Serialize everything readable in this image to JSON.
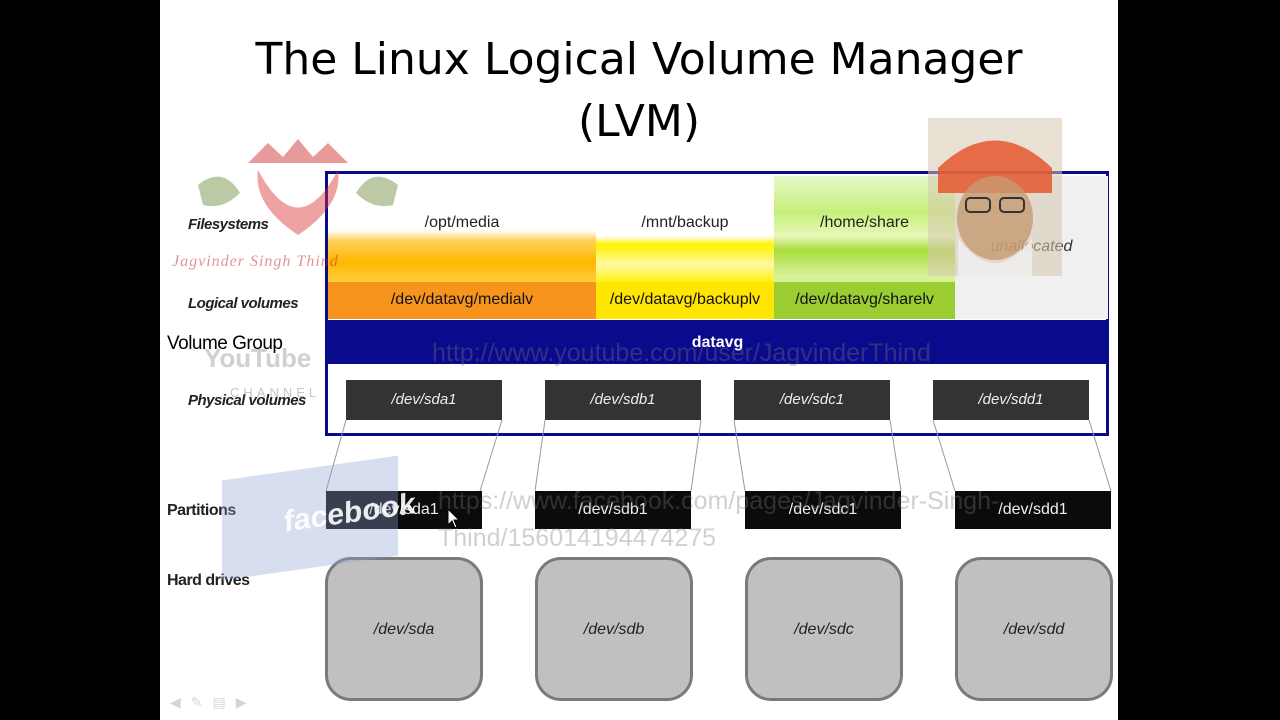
{
  "title_line1": "The Linux Logical Volume Manager",
  "title_line2": "(LVM)",
  "row_labels": {
    "filesystems": "Filesystems",
    "logical_volumes": "Logical volumes",
    "volume_group": "Volume Group",
    "physical_volumes": "Physical volumes",
    "partitions": "Partitions",
    "hard_drives": "Hard drives"
  },
  "filesystems": [
    "/opt/media",
    "/mnt/backup",
    "/home/share"
  ],
  "unallocated": "unallocated",
  "logical_volumes": [
    "/dev/datavg/medialv",
    "/dev/datavg/backuplv",
    "/dev/datavg/sharelv"
  ],
  "volume_group": "datavg",
  "physical_volumes": [
    "/dev/sda1",
    "/dev/sdb1",
    "/dev/sdc1",
    "/dev/sdd1"
  ],
  "partitions": [
    "/dev/sda1",
    "/dev/sdb1",
    "/dev/sdc1",
    "/dev/sdd1"
  ],
  "hard_drives": [
    "/dev/sda",
    "/dev/sdb",
    "/dev/sdc",
    "/dev/sdd"
  ],
  "watermarks": {
    "logo_text": "Jagvinder Singh Thind",
    "youtube": "YouTube",
    "channel": "CHANNEL",
    "youtube_url": "http://www.youtube.com/user/JagvinderThind",
    "facebook": "facebook",
    "facebook_url_line1": "https://www.facebook.com/pages/Jagvinder-Singh-",
    "facebook_url_line2": "Thind/156014194474275"
  },
  "colors": {
    "frame_blue": "#0a0a8c",
    "media_orange": "#f7941d",
    "backup_yellow": "#ffe600",
    "share_green": "#9acd32"
  }
}
